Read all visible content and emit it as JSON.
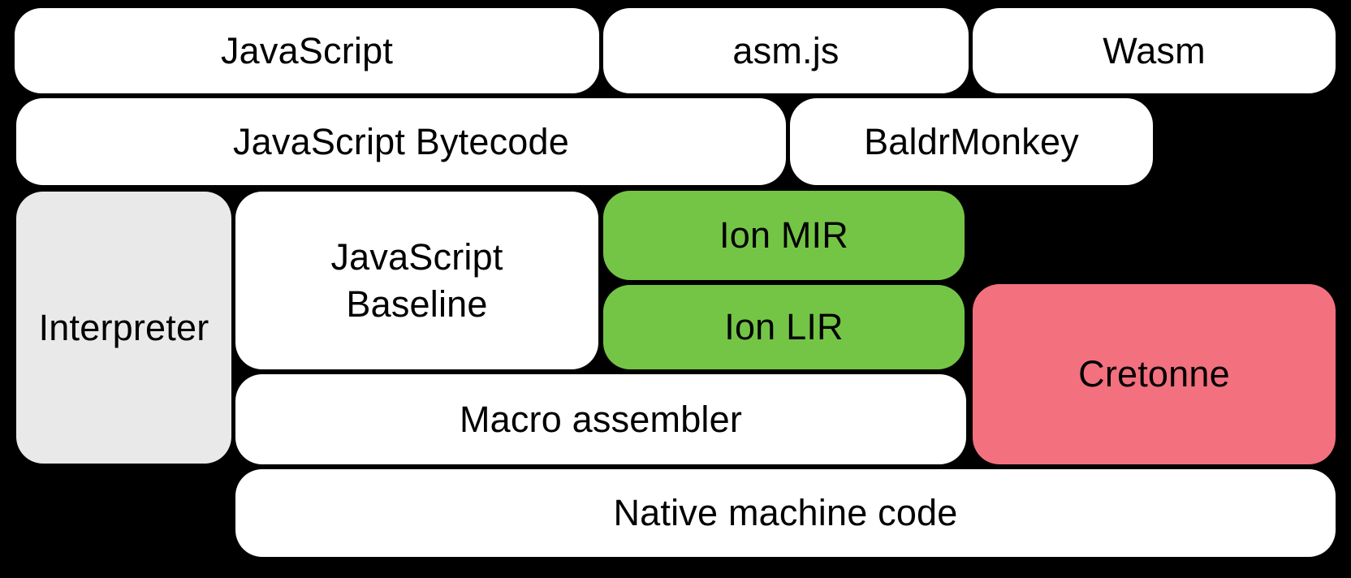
{
  "diagram": {
    "background_color": "#000000",
    "text_color": "#000000",
    "colors": {
      "default_box": "#ffffff",
      "interpreter_box": "#e9e9e9",
      "ion_box": "#74c546",
      "cretonne_box": "#f3707f"
    },
    "boxes": {
      "javascript": {
        "label": "JavaScript",
        "color": "#ffffff"
      },
      "asmjs": {
        "label": "asm.js",
        "color": "#ffffff"
      },
      "wasm": {
        "label": "Wasm",
        "color": "#ffffff"
      },
      "js_bytecode": {
        "label": "JavaScript Bytecode",
        "color": "#ffffff"
      },
      "baldrmonkey": {
        "label": "BaldrMonkey",
        "color": "#ffffff"
      },
      "interpreter": {
        "label": "Interpreter",
        "color": "#e9e9e9"
      },
      "js_baseline": {
        "lines": [
          "JavaScript",
          "Baseline"
        ],
        "color": "#ffffff"
      },
      "ion_mir": {
        "label": "Ion MIR",
        "color": "#74c546"
      },
      "ion_lir": {
        "label": "Ion LIR",
        "color": "#74c546"
      },
      "cretonne": {
        "label": "Cretonne",
        "color": "#f3707f"
      },
      "macro_assembler": {
        "label": "Macro assembler",
        "color": "#ffffff"
      },
      "native_machine_code": {
        "label": "Native machine code",
        "color": "#ffffff"
      }
    }
  }
}
